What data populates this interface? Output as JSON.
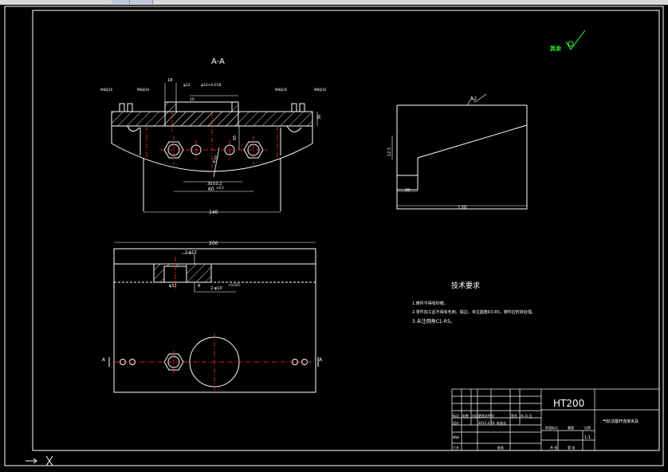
{
  "drawing": {
    "section_label": "A-A",
    "section_marker": "A",
    "roughness_global": "其余",
    "roughness_top": "3.2",
    "roughness_side": "12.5",
    "dims": {
      "a_width": "140",
      "a_bottom": "60",
      "a_bottom_tol": "+0.2",
      "a_inner": "30±0.2",
      "a_height_small": "30",
      "a_height": "65",
      "a_left_18": "18",
      "a_r": "R70",
      "a_h10": "10",
      "a_tap1": "M8深16",
      "a_tap2": "M8深16",
      "a_tap3": "M8深16",
      "a_tap4": "M8深16",
      "a_note_top": "φ12",
      "a_note_top2": "φ10+0.018",
      "side_width": "130",
      "side_20": "20",
      "plan_width": "200",
      "plan_holes": "2-φ13",
      "plan_holes2": "2-φ10",
      "plan_holes2_tol": "+0.015",
      "plan_d": "φ32",
      "plan_8": "8"
    },
    "tech_title": "技术要求",
    "tech_notes": [
      "1.铸件不得有砂眼。",
      "2.零件加工后不得有毛刺、锐边，未注圆角R3-R5，铸件应时效处理。",
      "3.未注倒角C1-R5。"
    ]
  },
  "title_block": {
    "material": "HT200",
    "part_name": "气缸活塞杆连接夹具",
    "row_labels": [
      "标记",
      "处数",
      "分区",
      "更改文件号",
      "签名",
      "年.月.日"
    ],
    "designer_label": "设计",
    "std_label": "标准化",
    "check_label": "审核",
    "craft_label": "工艺",
    "approve_label": "批准",
    "date_value": "2012.4.10",
    "stage_label": "阶段标记",
    "weight_label": "重量",
    "scale_label": "比例",
    "scale_value": "1:1",
    "sheet_label": "共 张",
    "sheet_label2": "第 张"
  },
  "colors": {
    "line": "#ffffff",
    "center": "#ff3030",
    "hatch": "#ffffff",
    "roughness_text": "#30ff30",
    "cursor": "#ffffff"
  }
}
